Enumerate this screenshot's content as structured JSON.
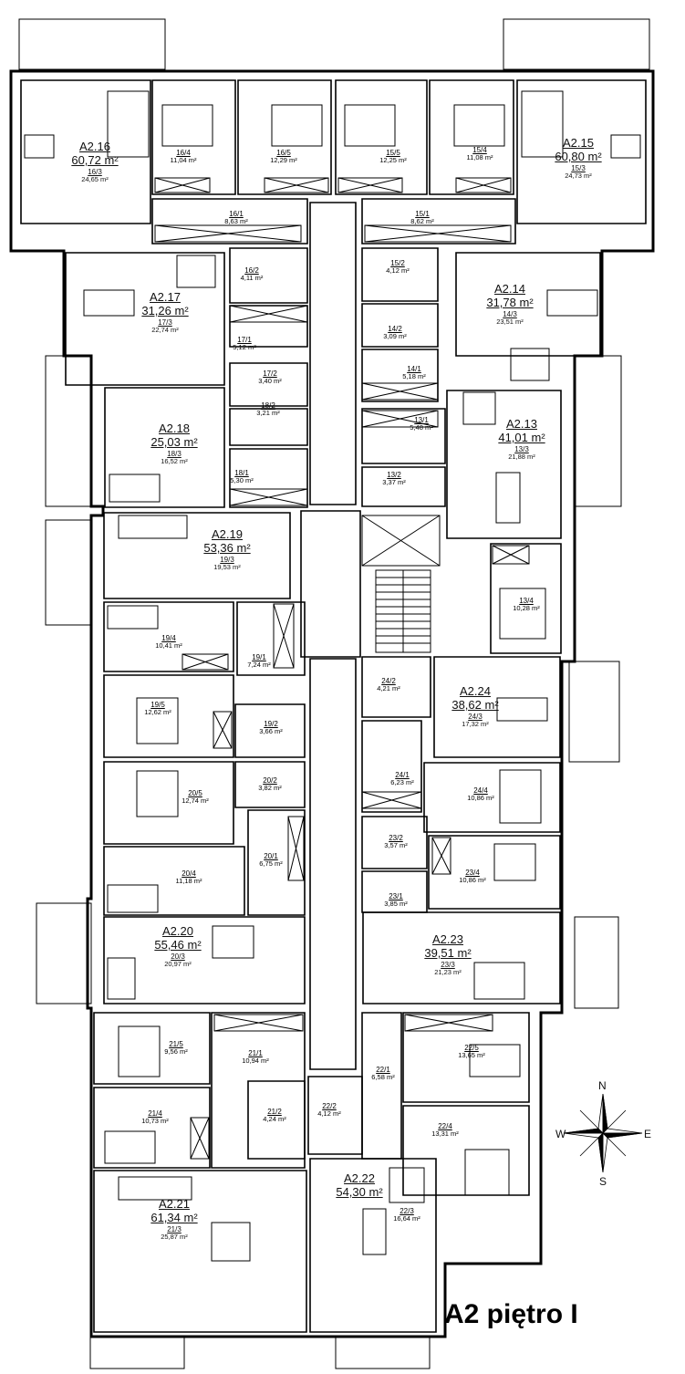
{
  "title": "A2 piętro I",
  "compass": {
    "n": "N",
    "s": "S",
    "e": "E",
    "w": "W"
  },
  "apartments": [
    {
      "id": "A2.16",
      "area": "60,72 m²",
      "room": "16/3",
      "room_area": "24,65 m²"
    },
    {
      "id": "A2.15",
      "area": "60,80 m²",
      "room": "15/3",
      "room_area": "24,73 m²"
    },
    {
      "id": "A2.17",
      "area": "31,26 m²",
      "room": "17/3",
      "room_area": "22,74 m²"
    },
    {
      "id": "A2.14",
      "area": "31,78 m²",
      "room": "14/3",
      "room_area": "23,51 m²"
    },
    {
      "id": "A2.18",
      "area": "25,03 m²",
      "room": "18/3",
      "room_area": "16,52 m²"
    },
    {
      "id": "A2.13",
      "area": "41,01 m²",
      "room": "13/3",
      "room_area": "21,88 m²"
    },
    {
      "id": "A2.19",
      "area": "53,36 m²",
      "room": "19/3",
      "room_area": "19,53 m²"
    },
    {
      "id": "A2.24",
      "area": "38,62 m²",
      "room": "24/3",
      "room_area": "17,32 m²"
    },
    {
      "id": "A2.20",
      "area": "55,46 m²",
      "room": "20/3",
      "room_area": "20,97 m²"
    },
    {
      "id": "A2.23",
      "area": "39,51 m²",
      "room": "23/3",
      "room_area": "21,23 m²"
    },
    {
      "id": "A2.21",
      "area": "61,34 m²",
      "room": "21/3",
      "room_area": "25,87 m²"
    },
    {
      "id": "A2.22",
      "area": "54,30 m²",
      "room": "22/3",
      "room_area": "16,64 m²"
    }
  ],
  "rooms": [
    {
      "id": "16/4",
      "area": "11,04 m²"
    },
    {
      "id": "16/5",
      "area": "12,29 m²"
    },
    {
      "id": "15/5",
      "area": "12,25 m²"
    },
    {
      "id": "15/4",
      "area": "11,08 m²"
    },
    {
      "id": "16/1",
      "area": "8,63 m²"
    },
    {
      "id": "15/1",
      "area": "8,62 m²"
    },
    {
      "id": "16/2",
      "area": "4,11 m²"
    },
    {
      "id": "15/2",
      "area": "4,12 m²"
    },
    {
      "id": "14/2",
      "area": "3,09 m²"
    },
    {
      "id": "17/1",
      "area": "5,12 m²"
    },
    {
      "id": "17/2",
      "area": "3,40 m²"
    },
    {
      "id": "14/1",
      "area": "5,18 m²"
    },
    {
      "id": "18/2",
      "area": "3,21 m²"
    },
    {
      "id": "13/1",
      "area": "5,48 m²"
    },
    {
      "id": "18/1",
      "area": "5,30 m²"
    },
    {
      "id": "13/2",
      "area": "3,37 m²"
    },
    {
      "id": "13/4",
      "area": "10,28 m²"
    },
    {
      "id": "19/4",
      "area": "10,41 m²"
    },
    {
      "id": "19/1",
      "area": "7,24 m²"
    },
    {
      "id": "24/2",
      "area": "4,21 m²"
    },
    {
      "id": "19/5",
      "area": "12,62 m²"
    },
    {
      "id": "19/2",
      "area": "3,66 m²"
    },
    {
      "id": "24/1",
      "area": "6,23 m²"
    },
    {
      "id": "24/4",
      "area": "10,86 m²"
    },
    {
      "id": "20/5",
      "area": "12,74 m²"
    },
    {
      "id": "20/2",
      "area": "3,82 m²"
    },
    {
      "id": "23/2",
      "area": "3,57 m²"
    },
    {
      "id": "20/1",
      "area": "6,75 m²"
    },
    {
      "id": "23/4",
      "area": "10,86 m²"
    },
    {
      "id": "20/4",
      "area": "11,18 m²"
    },
    {
      "id": "23/1",
      "area": "3,85 m²"
    },
    {
      "id": "21/5",
      "area": "9,56 m²"
    },
    {
      "id": "21/1",
      "area": "10,94 m²"
    },
    {
      "id": "22/5",
      "area": "13,65 m²"
    },
    {
      "id": "22/1",
      "area": "6,58 m²"
    },
    {
      "id": "21/4",
      "area": "10,73 m²"
    },
    {
      "id": "21/2",
      "area": "4,24 m²"
    },
    {
      "id": "22/2",
      "area": "4,12 m²"
    },
    {
      "id": "22/4",
      "area": "13,31 m²"
    }
  ]
}
